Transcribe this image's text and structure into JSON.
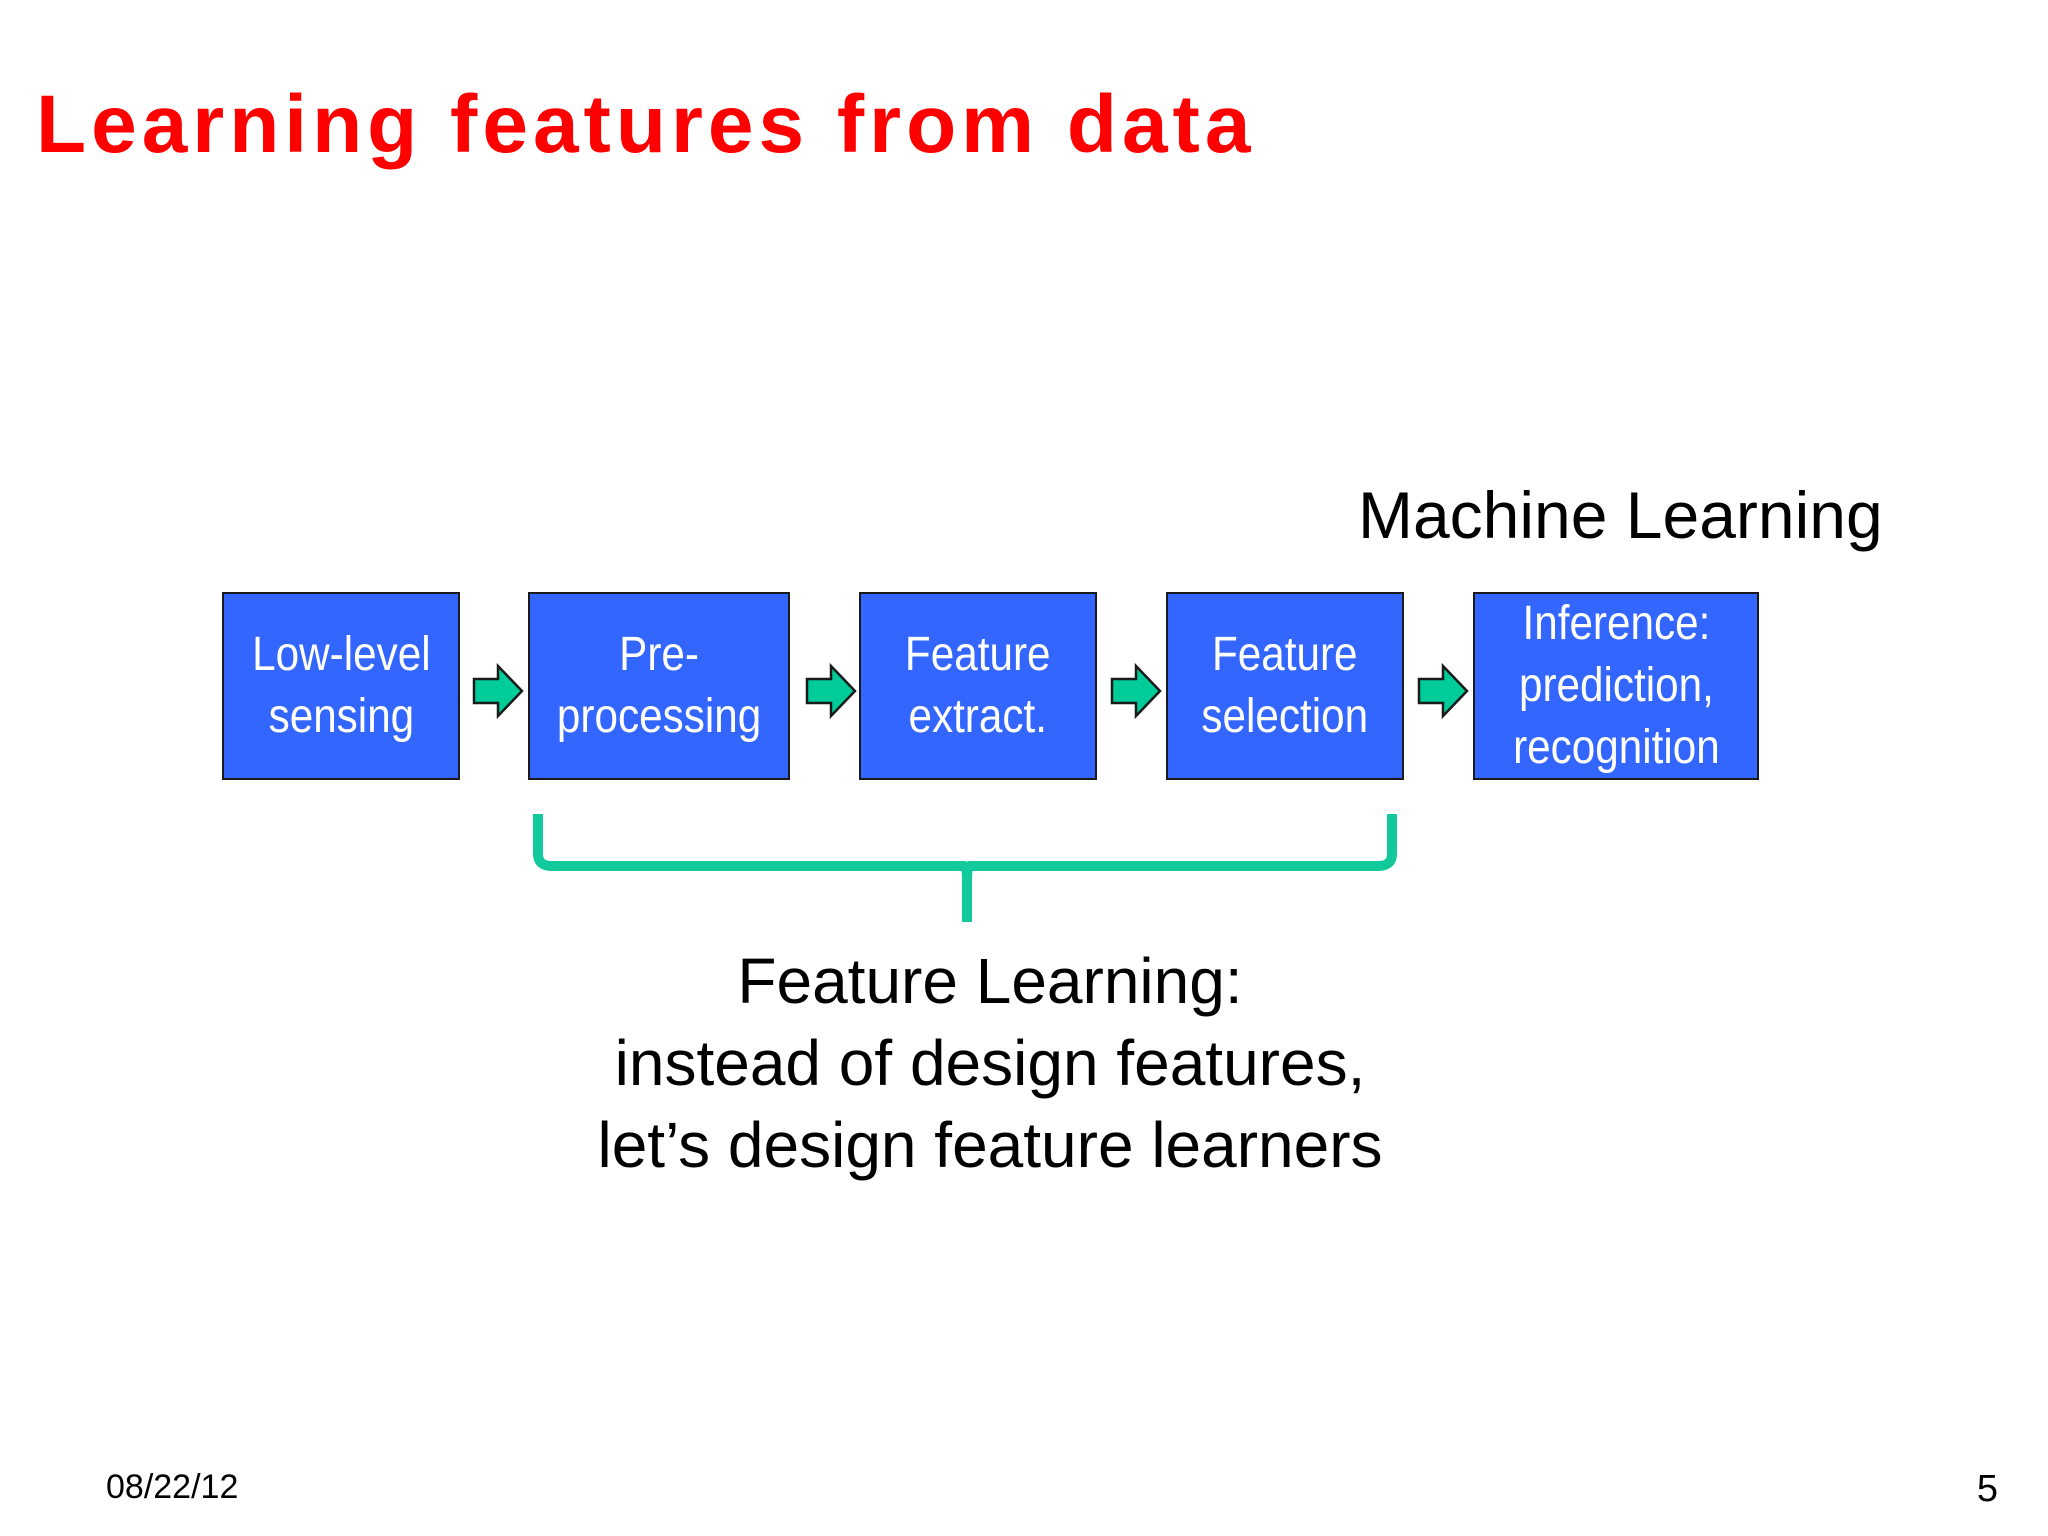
{
  "slide": {
    "title": "Learning features from data",
    "title_color": "#ff0000",
    "box_color": "#3366ff",
    "arrow_color": "#00cc99",
    "brace_color": "#11c99a"
  },
  "pipeline": {
    "group_label": "Machine Learning",
    "stages": [
      {
        "line1": "Low-level",
        "line2": "sensing",
        "line3": ""
      },
      {
        "line1": "Pre-",
        "line2": "processing",
        "line3": ""
      },
      {
        "line1": "Feature",
        "line2": "extract.",
        "line3": ""
      },
      {
        "line1": "Feature",
        "line2": "selection",
        "line3": ""
      },
      {
        "line1": "Inference:",
        "line2": "prediction,",
        "line3": "recognition"
      }
    ]
  },
  "feature_learning": {
    "line1": "Feature Learning:",
    "line2": "instead of design features,",
    "line3": "let’s design feature learners"
  },
  "footer": {
    "date": "08/22/12",
    "page": "5"
  }
}
